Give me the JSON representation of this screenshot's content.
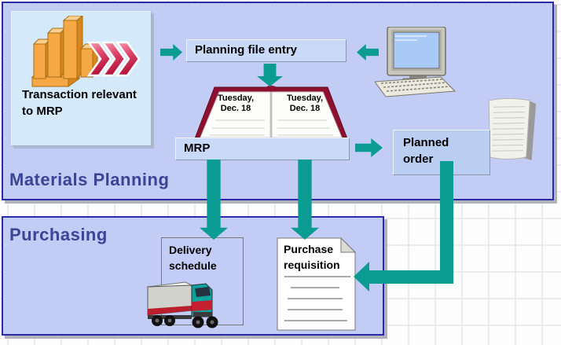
{
  "colors": {
    "teal": "#0a9b93",
    "region_fill": "#c3ccf4",
    "region_border": "#2b2ba8",
    "box_fill": "#c9d9f8",
    "planned_order_fill": "#b9cef1",
    "transaction_fill": "#d4eafb",
    "heading_text": "#3b4495",
    "chevron_red": "#b11038",
    "calendar_red": "#8e1030",
    "bar_orange": "#f5a844"
  },
  "materials_planning": {
    "heading": "Materials Planning",
    "transaction_label": "Transaction relevant to MRP",
    "planning_file_entry": "Planning file entry",
    "mrp": "MRP",
    "planned_order": "Planned order",
    "calendar": {
      "left_page": {
        "line1": "Tuesday,",
        "line2": "Dec. 18"
      },
      "right_page": {
        "line1": "Tuesday,",
        "line2": "Dec. 18"
      }
    }
  },
  "purchasing": {
    "heading": "Purchasing",
    "delivery_schedule": "Delivery schedule",
    "purchase_requisition": "Purchase requisition"
  },
  "icons": {
    "bar_chart": "bar-chart-icon",
    "chevrons": "chevrons-right-icon",
    "computer": "computer-icon",
    "calendar": "calendar-book-icon",
    "planned_document": "document-icon",
    "truck": "truck-icon",
    "requisition_document": "dog-ear-document-icon"
  }
}
